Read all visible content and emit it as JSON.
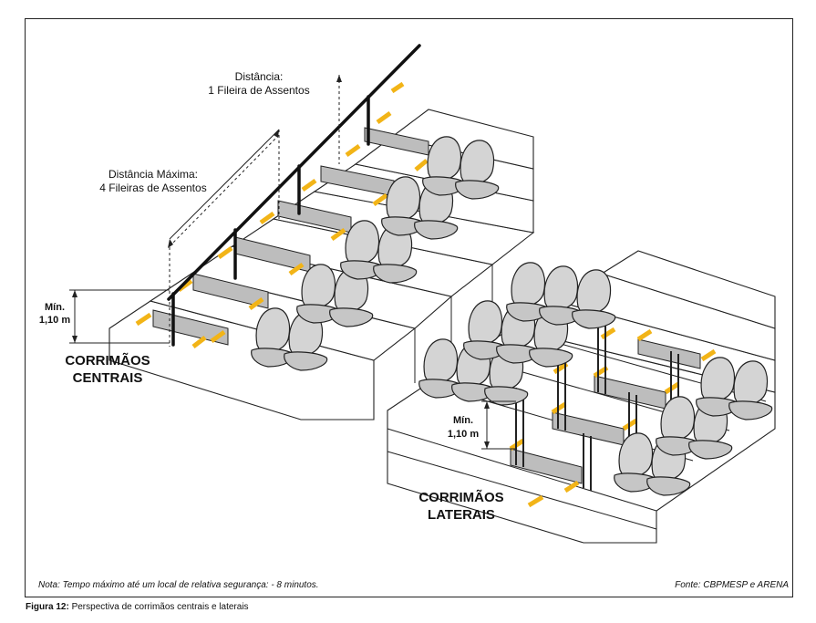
{
  "labels": {
    "distance_line1": "Distância:",
    "distance_line2": "1 Fileira de Assentos",
    "max_distance_line1": "Distância Máxima:",
    "max_distance_line2": "4 Fileiras de Assentos",
    "min_height_left_line1": "Mín.",
    "min_height_left_line2": "1,10 m",
    "central_line1": "CORRIMÃOS",
    "central_line2": "CENTRAIS",
    "min_height_right_line1": "Mín.",
    "min_height_right_line2": "1,10 m",
    "lateral_line1": "CORRIMÃOS",
    "lateral_line2": "LATERAIS"
  },
  "note": "Nota: Tempo máximo até um local de relativa segurança: - 8 minutos.",
  "source": "Fonte: CBPMESP e ARENA",
  "caption": {
    "figure_label": "Figura 12:",
    "figure_text": "Perspectiva de corrimãos centrais e laterais"
  },
  "colors": {
    "accent_yellow": "#f2b417",
    "seat_gray": "#d4d4d4",
    "line": "#222222"
  }
}
